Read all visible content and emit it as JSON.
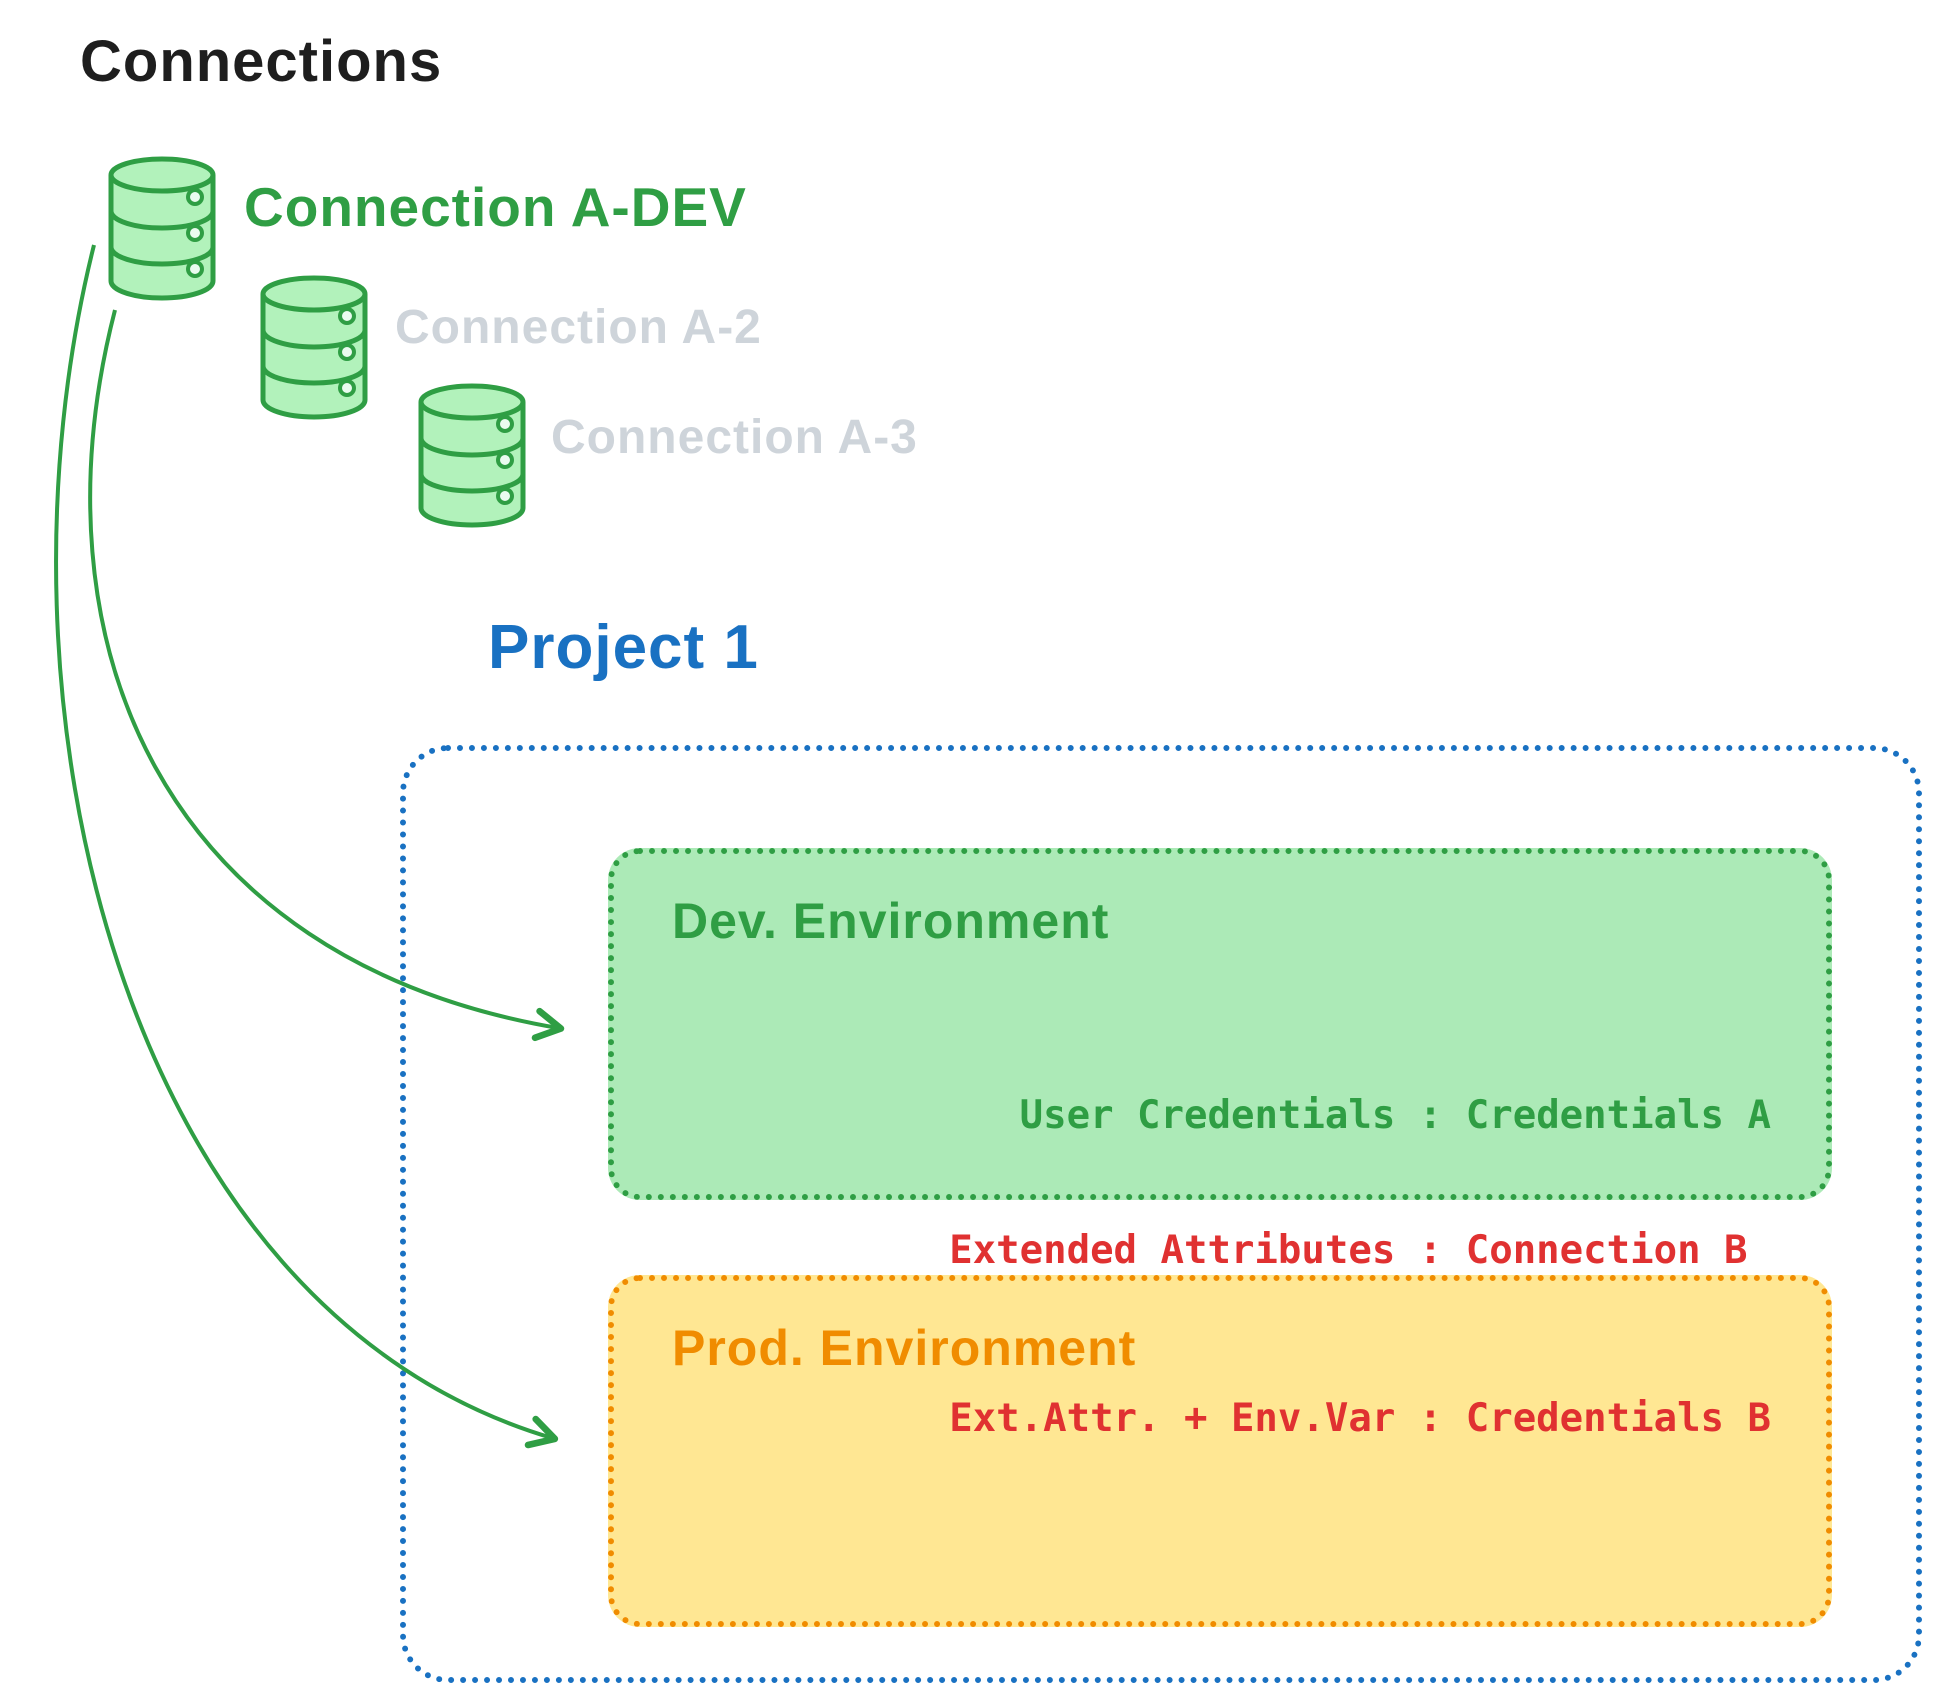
{
  "title": "Connections",
  "connections": [
    {
      "label": "Connection A-DEV",
      "state": "active"
    },
    {
      "label": "Connection A-2",
      "state": "inactive"
    },
    {
      "label": "Connection A-3",
      "state": "inactive"
    }
  ],
  "project": {
    "title": "Project 1",
    "environments": [
      {
        "name": "Dev. Environment",
        "details": [
          "User Credentials : Credentials A"
        ]
      },
      {
        "name": "Prod. Environment",
        "details": [
          "Extended Attributes : Connection B",
          "Ext.Attr. + Env.Var : Credentials B"
        ]
      }
    ]
  },
  "icons": [
    {
      "name": "database-icon-a-dev"
    },
    {
      "name": "database-icon-a-2"
    },
    {
      "name": "database-icon-a-3"
    }
  ],
  "colors": {
    "black": "#1e1e1e",
    "green": "#2f9e44",
    "green_fill": "#b2f2bb",
    "blue": "#1971c2",
    "orange": "#f08c00",
    "yellow_fill": "#ffe793",
    "red": "#e03131",
    "gray_inactive": "#ced4da"
  }
}
